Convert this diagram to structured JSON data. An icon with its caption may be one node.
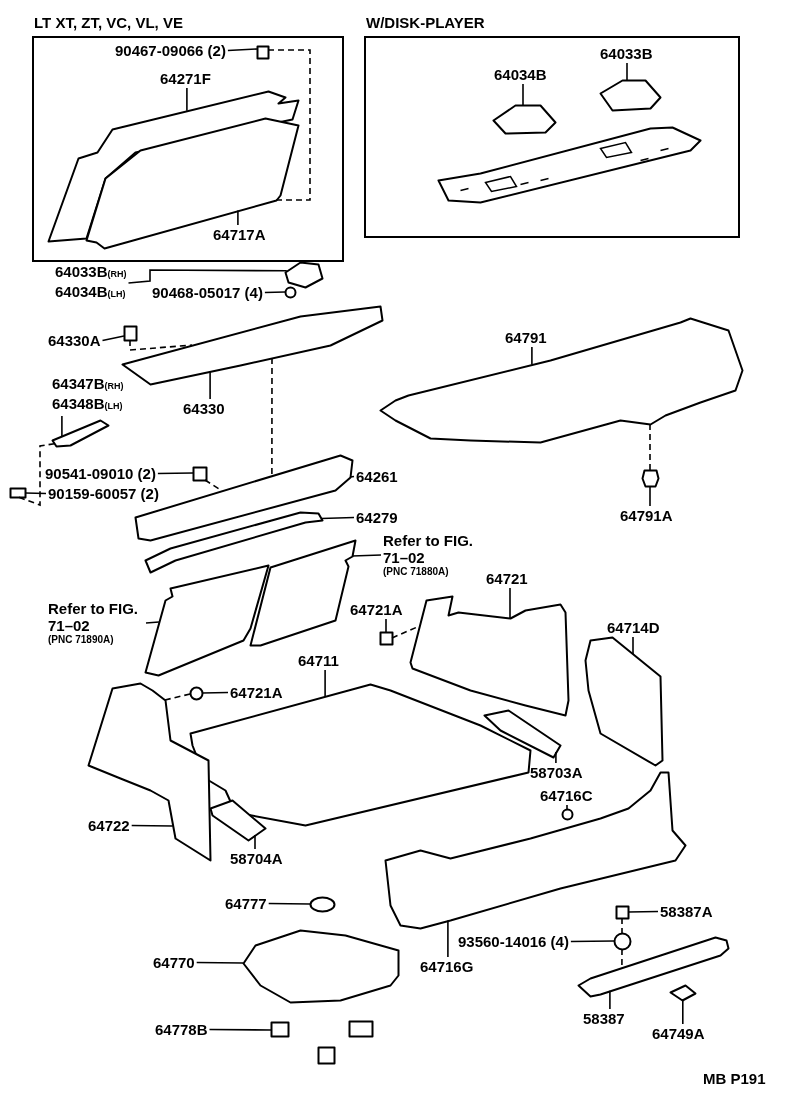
{
  "diagram": {
    "nodes": [
      {
        "text": [
          "LT XT, ZT, VC, VL, VE"
        ]
      },
      {
        "text": [
          "90467-09066 (2)"
        ],
        "in": 0
      },
      {
        "text": [],
        "shape": "box",
        "in": 0
      },
      {
        "text": [
          "64271F"
        ],
        "in": 0
      },
      {
        "text": [],
        "shape": "picture",
        "in": 0
      },
      {
        "text": [],
        "shape": "picture",
        "in": 0
      },
      {
        "text": [
          "64717A"
        ],
        "in": 0
      },
      {
        "text": [
          "W/DISK-PLAYER"
        ]
      },
      {
        "text": [
          "64034B"
        ],
        "in": 7
      },
      {
        "text": [
          "64033B"
        ],
        "in": 7
      },
      {
        "text": [],
        "shape": "picture",
        "in": 7
      },
      {
        "text": [],
        "shape": "picture",
        "in": 7
      },
      {
        "text": [
          "64033B$_{(RH)}$",
          "64034B$_{(LH)}$"
        ]
      },
      {
        "text": [],
        "shape": "picture"
      },
      {
        "text": [
          "90468-05017 (4)"
        ]
      },
      {
        "text": [],
        "shape": "circle"
      },
      {
        "text": [
          "64330A"
        ]
      },
      {
        "text": [],
        "shape": "box"
      },
      {
        "text": [],
        "shape": "picture"
      },
      {
        "text": [
          "64330"
        ]
      },
      {
        "text": [
          "64347B$_{(RH)}$",
          "64348B$_{(LH)}$"
        ]
      },
      {
        "text": [],
        "shape": "picture"
      },
      {
        "text": [
          "90541-09010 (2)"
        ]
      },
      {
        "text": [],
        "shape": "box"
      },
      {
        "text": [
          "90159-60057 (2)"
        ]
      },
      {
        "text": [],
        "shape": "box"
      },
      {
        "text": [],
        "shape": "picture"
      },
      {
        "text": [
          "64261"
        ]
      },
      {
        "text": [],
        "shape": "picture"
      },
      {
        "text": [
          "64279"
        ]
      },
      {
        "text": [
          "64791"
        ]
      },
      {
        "text": [],
        "shape": "picture"
      },
      {
        "text": [],
        "shape": "picture"
      },
      {
        "text": [
          "64791A"
        ]
      },
      {
        "text": [
          "Refer to FIG. 71–02",
          "(PNC 71880A)"
        ]
      },
      {
        "text": [],
        "shape": "picture"
      },
      {
        "text": [
          "Refer to FIG. 71–02",
          "(PNC 71890A)"
        ]
      },
      {
        "text": [],
        "shape": "picture"
      },
      {
        "text": [
          "64721"
        ]
      },
      {
        "text": [],
        "shape": "picture"
      },
      {
        "text": [
          "64721A"
        ]
      },
      {
        "text": [],
        "shape": "box"
      },
      {
        "text": [
          "64714D"
        ]
      },
      {
        "text": [],
        "shape": "picture"
      },
      {
        "text": [
          "64711"
        ]
      },
      {
        "text": [],
        "shape": "picture"
      },
      {
        "text": [],
        "shape": "circle"
      },
      {
        "text": [
          "64721A"
        ]
      },
      {
        "text": [],
        "shape": "picture"
      },
      {
        "text": [
          "64722"
        ]
      },
      {
        "text": [],
        "shape": "picture"
      },
      {
        "text": [
          "58704A"
        ]
      },
      {
        "text": [],
        "shape": "picture"
      },
      {
        "text": [
          "58703A"
        ]
      },
      {
        "text": [
          "64716C"
        ]
      },
      {
        "text": [],
        "shape": "circle"
      },
      {
        "text": [],
        "shape": "picture"
      },
      {
        "text": [
          "64716G"
        ]
      },
      {
        "text": [],
        "shape": "circle"
      },
      {
        "text": [
          "64777"
        ]
      },
      {
        "text": [],
        "shape": "picture"
      },
      {
        "text": [
          "64770"
        ]
      },
      {
        "text": [
          "64778B"
        ]
      },
      {
        "text": [],
        "shape": "box"
      },
      {
        "text": [],
        "shape": "picture"
      },
      {
        "text": [
          "58387A"
        ]
      },
      {
        "text": [
          "93560-14016 (4)"
        ]
      },
      {
        "text": [],
        "shape": "circle"
      },
      {
        "text": [],
        "shape": "picture"
      },
      {
        "text": [
          "58387"
        ]
      },
      {
        "text": [],
        "shape": "picture"
      },
      {
        "text": [
          "64749A"
        ]
      },
      {
        "text": [],
        "shape": "box"
      },
      {
        "text": [],
        "shape": "box"
      },
      {
        "text": [],
        "shape": "picture",
        "in": 7
      }
    ],
    "edges": [
      {
        "from": 1,
        "to": 2,
        "arrow": "none"
      },
      {
        "from": 3,
        "to": 4,
        "arrow": "none"
      },
      {
        "from": 6,
        "to": 5,
        "arrow": "none"
      },
      {
        "from": 2,
        "to": 5,
        "arrow": "none",
        "style": "dashed"
      },
      {
        "from": 8,
        "to": 10,
        "arrow": "none"
      },
      {
        "from": 9,
        "to": 11,
        "arrow": "none"
      },
      {
        "from": 12,
        "to": 13,
        "arrow": "none"
      },
      {
        "from": 14,
        "to": 15,
        "arrow": "none"
      },
      {
        "from": 16,
        "to": 17,
        "arrow": "none"
      },
      {
        "from": 17,
        "to": 18,
        "arrow": "none",
        "style": "dashed"
      },
      {
        "from": 19,
        "to": 18,
        "arrow": "none"
      },
      {
        "from": 18,
        "to": 26,
        "arrow": "none",
        "style": "dashed"
      },
      {
        "from": 20,
        "to": 21,
        "arrow": "none"
      },
      {
        "from": 21,
        "to": 25,
        "arrow": "none",
        "style": "dashed"
      },
      {
        "from": 22,
        "to": 23,
        "arrow": "none"
      },
      {
        "from": 23,
        "to": 26,
        "arrow": "none",
        "style": "dashed"
      },
      {
        "from": 24,
        "to": 25,
        "arrow": "none"
      },
      {
        "from": 27,
        "to": 26,
        "arrow": "none"
      },
      {
        "from": 29,
        "to": 28,
        "arrow": "none"
      },
      {
        "from": 30,
        "to": 31,
        "arrow": "none"
      },
      {
        "from": 31,
        "to": 32,
        "arrow": "none",
        "style": "dashed"
      },
      {
        "from": 33,
        "to": 32,
        "arrow": "none"
      },
      {
        "from": 34,
        "to": 35,
        "arrow": "none"
      },
      {
        "from": 36,
        "to": 37,
        "arrow": "none"
      },
      {
        "from": 38,
        "to": 39,
        "arrow": "none"
      },
      {
        "from": 40,
        "to": 41,
        "arrow": "none"
      },
      {
        "from": 41,
        "to": 39,
        "arrow": "none",
        "style": "dashed"
      },
      {
        "from": 42,
        "to": 43,
        "arrow": "none"
      },
      {
        "from": 44,
        "to": 45,
        "arrow": "none"
      },
      {
        "from": 47,
        "to": 46,
        "arrow": "none"
      },
      {
        "from": 46,
        "to": 48,
        "arrow": "none",
        "style": "dashed"
      },
      {
        "from": 49,
        "to": 48,
        "arrow": "none"
      },
      {
        "from": 51,
        "to": 50,
        "arrow": "none"
      },
      {
        "from": 53,
        "to": 52,
        "arrow": "none"
      },
      {
        "from": 54,
        "to": 55,
        "arrow": "none"
      },
      {
        "from": 57,
        "to": 56,
        "arrow": "none"
      },
      {
        "from": 59,
        "to": 58,
        "arrow": "none"
      },
      {
        "from": 61,
        "to": 60,
        "arrow": "none"
      },
      {
        "from": 62,
        "to": 63,
        "arrow": "none"
      },
      {
        "from": 65,
        "to": 64,
        "arrow": "none"
      },
      {
        "from": 64,
        "to": 67,
        "arrow": "none",
        "style": "dashed"
      },
      {
        "from": 66,
        "to": 67,
        "arrow": "none"
      },
      {
        "from": 67,
        "to": 68,
        "arrow": "none",
        "style": "dashed"
      },
      {
        "from": 69,
        "to": 68,
        "arrow": "none"
      },
      {
        "from": 71,
        "to": 70,
        "arrow": "none"
      }
    ],
    "labels": [
      "MB P191"
    ]
  }
}
